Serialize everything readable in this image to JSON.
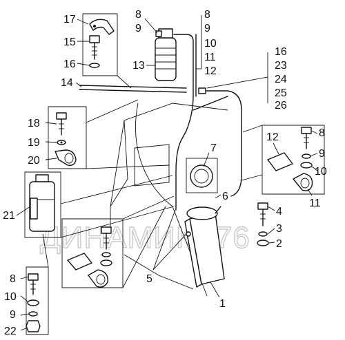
{
  "diagram": {
    "watermark": "ДИНАМИКА76",
    "callouts": {
      "c17": "17",
      "c15": "15",
      "c16": "16",
      "c14": "14",
      "c13": "13",
      "c8a": "8",
      "c9a": "9",
      "r8": "8",
      "r9": "9",
      "r10": "10",
      "r11": "11",
      "r12": "12",
      "s16": "16",
      "s23": "23",
      "s24": "24",
      "s25": "25",
      "s26": "26",
      "c18": "18",
      "c19": "19",
      "c20": "20",
      "c21": "21",
      "c7": "7",
      "c6": "6",
      "c12": "12",
      "c8b": "8",
      "c9b": "9",
      "c10b": "10",
      "c11": "11",
      "c4": "4",
      "c3": "3",
      "c2": "2",
      "c5": "5",
      "c1": "1",
      "c8c": "8",
      "c10c": "10",
      "c9c": "9",
      "c22": "22"
    }
  }
}
